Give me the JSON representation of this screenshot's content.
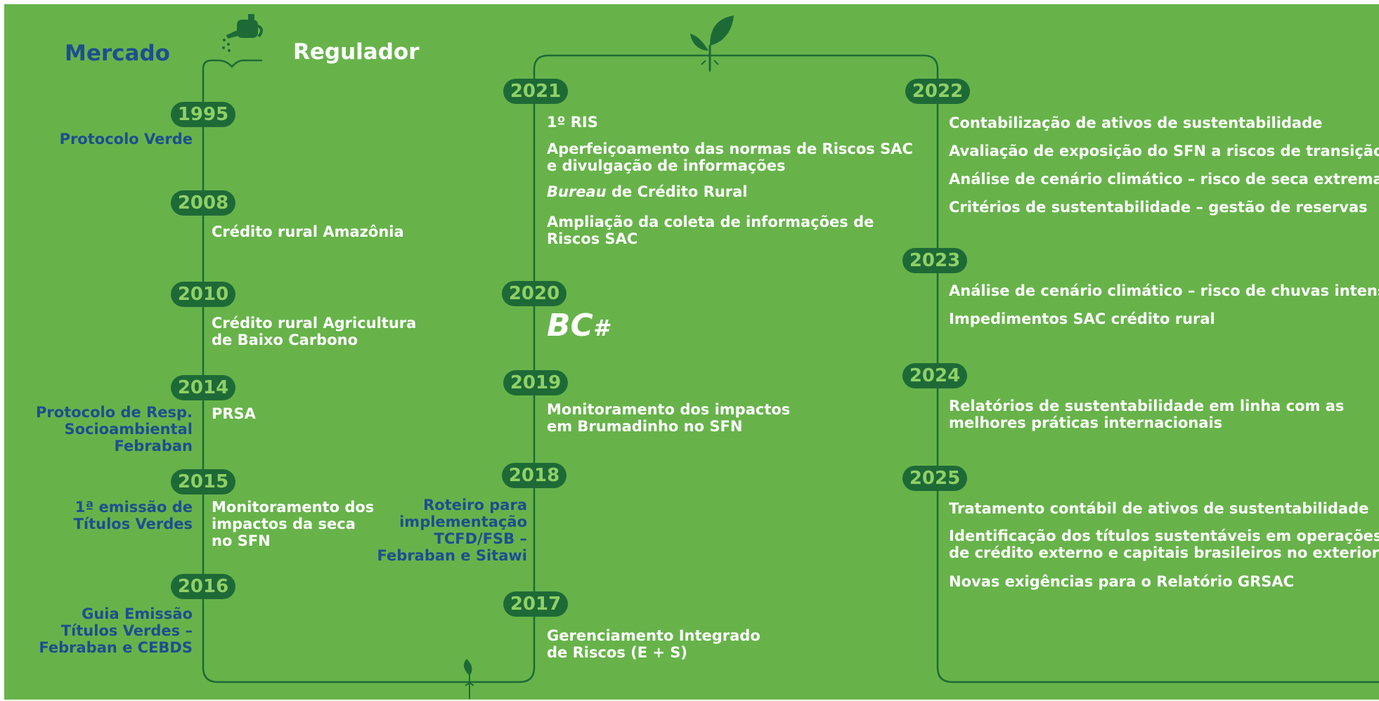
{
  "headers": {
    "market": "Mercado",
    "regulator": "Regulador"
  },
  "logo": {
    "text": "BC",
    "mark": "#"
  },
  "icons": {
    "watering": "watering-can-icon",
    "sprout": "sprout-icon",
    "leaf": "leaf-icon"
  },
  "colors": {
    "background": "#67b34a",
    "pill": "#1e6a37",
    "year": "#8fd066",
    "market": "#1d4f8e",
    "regulator": "#ffffff",
    "line": "#1e6a37"
  },
  "column1": {
    "y1995": {
      "year": "1995",
      "market": "Protocolo Verde"
    },
    "y2008": {
      "year": "2008",
      "regulator": "Crédito rural Amazônia"
    },
    "y2010": {
      "year": "2010",
      "regulator": [
        "Crédito rural Agricultura",
        "de Baixo Carbono"
      ]
    },
    "y2014": {
      "year": "2014",
      "market": [
        "Protocolo de Resp.",
        "Socioambiental",
        "Febraban"
      ],
      "regulator": "PRSA"
    },
    "y2015": {
      "year": "2015",
      "market": [
        "1ª emissão de",
        "Títulos Verdes"
      ],
      "regulator": [
        "Monitoramento dos",
        "impactos da seca",
        "no SFN"
      ]
    },
    "y2016": {
      "year": "2016",
      "market": [
        "Guia Emissão",
        "Títulos Verdes –",
        "Febraban e CEBDS"
      ]
    }
  },
  "column2": {
    "y2017": {
      "year": "2017",
      "regulator": [
        "Gerenciamento Integrado",
        "de Riscos (E + S)"
      ]
    },
    "y2018": {
      "year": "2018",
      "market": [
        "Roteiro para",
        "implementação",
        "TCFD/FSB –",
        "Febraban e Sitawi"
      ]
    },
    "y2019": {
      "year": "2019",
      "regulator": [
        "Monitoramento dos impactos",
        "em Brumadinho no SFN"
      ]
    },
    "y2020": {
      "year": "2020"
    },
    "y2021": {
      "year": "2021",
      "items": {
        "ris": "1º RIS",
        "aperf": [
          "Aperfeiçoamento das normas de Riscos SAC",
          "e divulgação de informações"
        ],
        "bureau_italic": "Bureau",
        "bureau_rest": " de Crédito Rural",
        "ampl": [
          "Ampliação da coleta de informações de",
          "Riscos SAC"
        ]
      }
    }
  },
  "column3": {
    "y2022": {
      "year": "2022",
      "items": [
        "Contabilização de ativos de sustentabilidade",
        "Avaliação de exposição do SFN a riscos de transição",
        "Análise de cenário climático – risco de seca extrema",
        "Critérios de sustentabilidade – gestão de reservas"
      ]
    },
    "y2023": {
      "year": "2023",
      "items": [
        "Análise de cenário climático – risco de chuvas intensas",
        "Impedimentos SAC crédito rural"
      ]
    },
    "y2024": {
      "year": "2024",
      "items": [
        [
          "Relatórios de sustentabilidade em linha com as",
          "melhores práticas internacionais"
        ]
      ]
    },
    "y2025": {
      "year": "2025",
      "items": [
        "Tratamento contábil de ativos de sustentabilidade",
        [
          "Identificação dos títulos sustentáveis em operações",
          "de crédito externo e capitais brasileiros no exterior"
        ],
        "Novas exigências para o Relatório GRSAC"
      ]
    }
  }
}
